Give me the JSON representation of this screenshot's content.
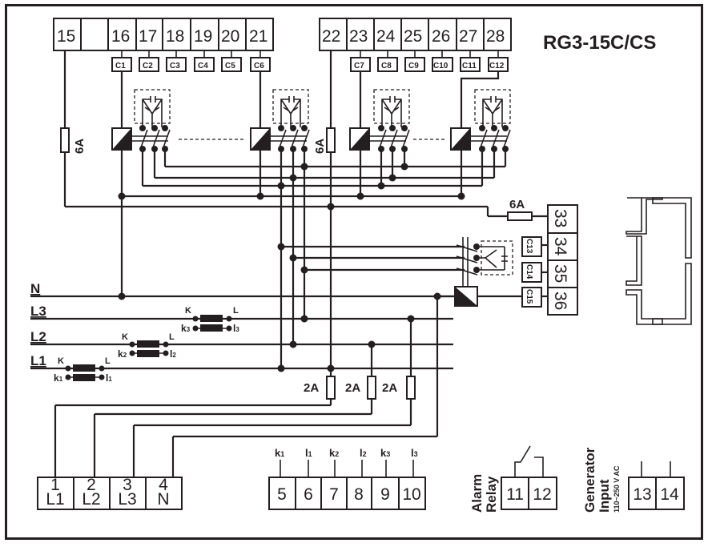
{
  "title": "RG3-15C/CS",
  "top_terminals_left": [
    "15",
    "",
    "16",
    "17",
    "18",
    "19",
    "20",
    "21"
  ],
  "top_terminals_right": [
    "22",
    "23",
    "24",
    "25",
    "26",
    "27",
    "28"
  ],
  "capacitor_labels_left": [
    "C1",
    "C2",
    "C3",
    "C4",
    "C5",
    "C6"
  ],
  "capacitor_labels_right": [
    "C7",
    "C8",
    "C9",
    "C10",
    "C11",
    "C12"
  ],
  "side_terminals": [
    "33",
    "34",
    "35",
    "36"
  ],
  "side_capacitor_labels": [
    "C13",
    "C14",
    "C15"
  ],
  "fuses": {
    "f1": "6A",
    "f2": "6A",
    "f3": "6A",
    "voltage": [
      "2A",
      "2A",
      "2A"
    ]
  },
  "lines": {
    "n": "N",
    "l3": "L3",
    "l2": "L2",
    "l1": "L1"
  },
  "ct": {
    "k": "K",
    "l": "L",
    "ct1": {
      "k": "k",
      "ksub": "1",
      "l": "l",
      "lsub": "1"
    },
    "ct2": {
      "k": "k",
      "ksub": "2",
      "l": "l",
      "lsub": "2"
    },
    "ct3": {
      "k": "k",
      "ksub": "3",
      "l": "l",
      "lsub": "3"
    }
  },
  "voltage_terminals": [
    {
      "num": "1",
      "label": "L1"
    },
    {
      "num": "2",
      "label": "L2"
    },
    {
      "num": "3",
      "label": "L3"
    },
    {
      "num": "4",
      "label": "N"
    }
  ],
  "current_terminals": {
    "numbers": [
      "5",
      "6",
      "7",
      "8",
      "9",
      "10"
    ],
    "labels": [
      {
        "main": "k",
        "sub": "1"
      },
      {
        "main": "l",
        "sub": "1"
      },
      {
        "main": "k",
        "sub": "2"
      },
      {
        "main": "l",
        "sub": "2"
      },
      {
        "main": "k",
        "sub": "3"
      },
      {
        "main": "l",
        "sub": "3"
      }
    ]
  },
  "alarm_relay": {
    "label_line1": "Alarm",
    "label_line2": "Relay",
    "terminals": [
      "11",
      "12"
    ]
  },
  "generator_input": {
    "label_line1": "Generator",
    "label_line2": "Input",
    "rating": "110~250 V AC",
    "terminals": [
      "13",
      "14"
    ]
  }
}
